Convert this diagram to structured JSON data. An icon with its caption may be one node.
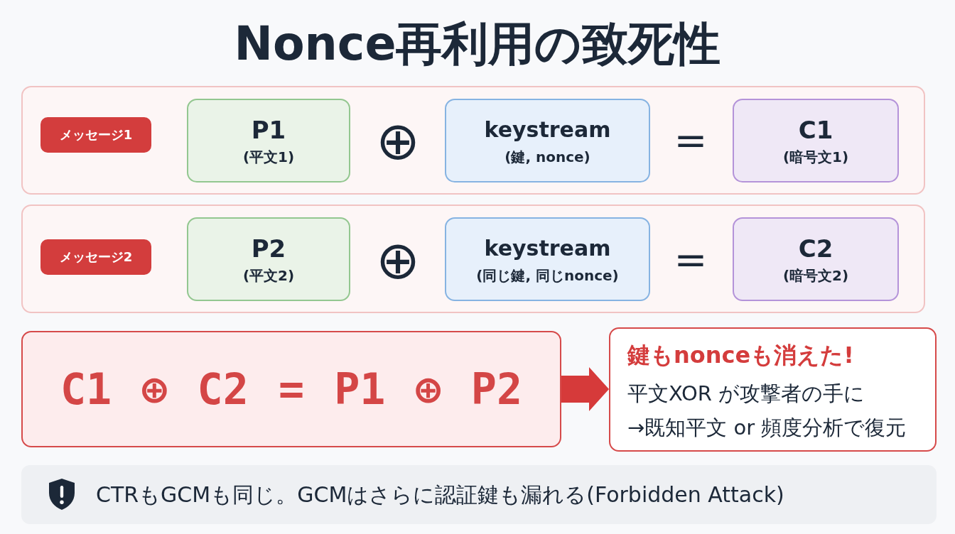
{
  "diagram": {
    "title": "Nonce再利用の致死性",
    "nodes": [
      {
        "text": [],
        "shape": "box"
      },
      {
        "text": [
          "メッセージ1"
        ],
        "in": 0
      },
      {
        "text": [
          "P1",
          "(平文1)"
        ],
        "in": 0
      },
      {
        "text": [
          "keystream",
          "(鍵, nonce)"
        ],
        "in": 0
      },
      {
        "text": [
          "C1",
          "(暗号文1)"
        ],
        "in": 0
      },
      {
        "text": [],
        "shape": "box"
      },
      {
        "text": [
          "メッセージ2"
        ],
        "in": 5
      },
      {
        "text": [
          "P2",
          "(平文2)"
        ],
        "in": 5
      },
      {
        "text": [
          "keystream",
          "(同じ鍵, 同じnonce)"
        ],
        "in": 5
      },
      {
        "text": [
          "C2",
          "(暗号文2)"
        ],
        "in": 5
      },
      {
        "text": [
          "C1 ⊕ C2 = P1 ⊕ P2"
        ]
      },
      {
        "text": [
          "鍵もnonceも消えた!",
          "平文XOR が攻撃者の手に",
          "→既知平文 or 頻度分析で復元"
        ]
      },
      {
        "text": [
          "CTRもGCMも同じ。GCMはさらに認証鍵も漏れる(Forbidden Attack)"
        ]
      }
    ],
    "edges": [
      {
        "from": 10,
        "to": 11,
        "arrow": "to"
      }
    ],
    "labels": [
      "⊕",
      "=",
      "⊕",
      "="
    ]
  }
}
